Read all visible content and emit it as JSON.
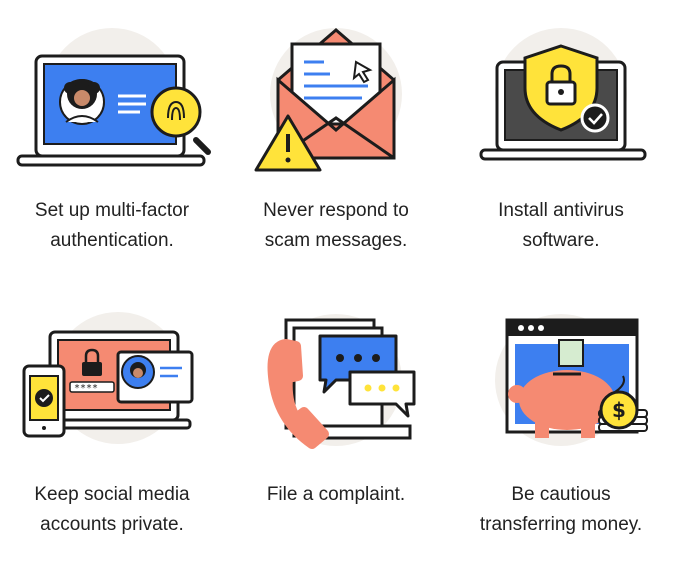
{
  "colors": {
    "blue": "#3d7ff0",
    "yellow": "#ffe33a",
    "coral": "#f58a72",
    "ink": "#1c1c1c",
    "circle_bg": "#f2efeb",
    "screen_dark": "#4a4a4a"
  },
  "tips": [
    {
      "line1": "Set up multi-factor",
      "line2": "authentication.",
      "icon": "laptop-fingerprint-icon"
    },
    {
      "line1": "Never respond to",
      "line2": "scam messages.",
      "icon": "envelope-warning-icon"
    },
    {
      "line1": "Install antivirus",
      "line2": "software.",
      "icon": "laptop-shield-icon"
    },
    {
      "line1": "Keep social media",
      "line2": "accounts private.",
      "icon": "devices-lock-icon"
    },
    {
      "line1": "File a complaint.",
      "line2": "",
      "icon": "phone-chat-icon"
    },
    {
      "line1": "Be cautious",
      "line2": "transferring money.",
      "icon": "piggy-bank-icon"
    }
  ],
  "passcode_mask": "****"
}
